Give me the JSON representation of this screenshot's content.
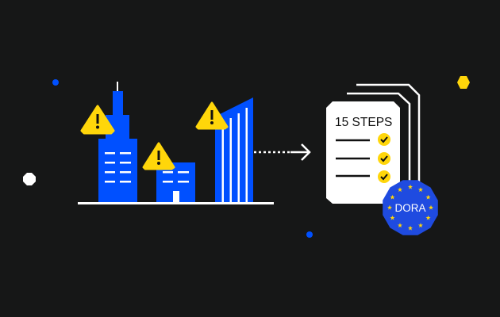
{
  "colors": {
    "background": "#161717",
    "blue": "#0050ff",
    "yellow": "#ffd60a",
    "white": "#ffffff",
    "badge": "#1f4be0"
  },
  "document": {
    "title": "15 STEPS",
    "checked_items": 3
  },
  "badge": {
    "label": "DORA"
  }
}
